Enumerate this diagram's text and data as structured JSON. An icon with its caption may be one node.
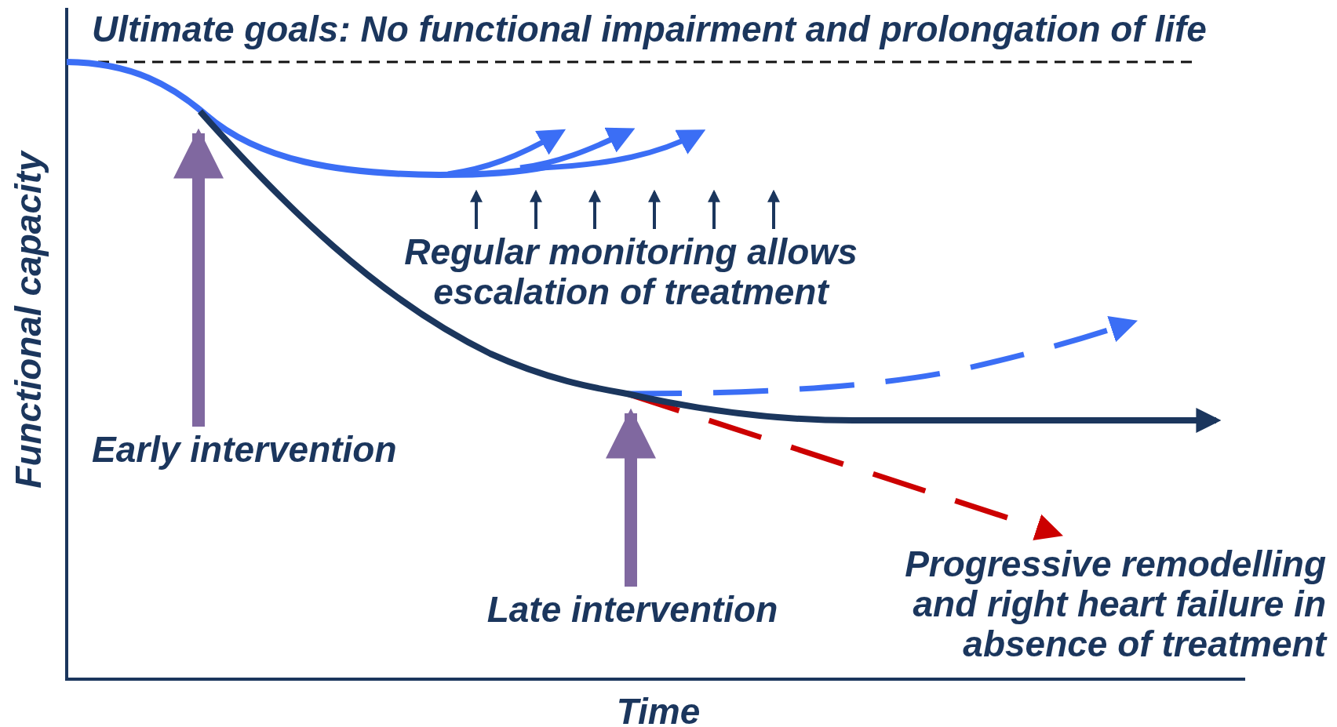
{
  "diagram": {
    "title": "Ultimate goals: No functional impairment and prolongation of life",
    "nodes": [
      {
        "text": [
          "Early intervention"
        ]
      },
      {
        "text": [
          "Late intervention"
        ]
      }
    ],
    "edges": [
      {
        "from": 0,
        "to": null,
        "arrow": "to"
      },
      {
        "from": 1,
        "to": null,
        "arrow": "to"
      }
    ],
    "labels": [
      "Functional capacity",
      "Regular monitoring allows escalation of treatment",
      "Progressive remodelling and right heart failure in absence of treatment",
      "Time"
    ]
  }
}
